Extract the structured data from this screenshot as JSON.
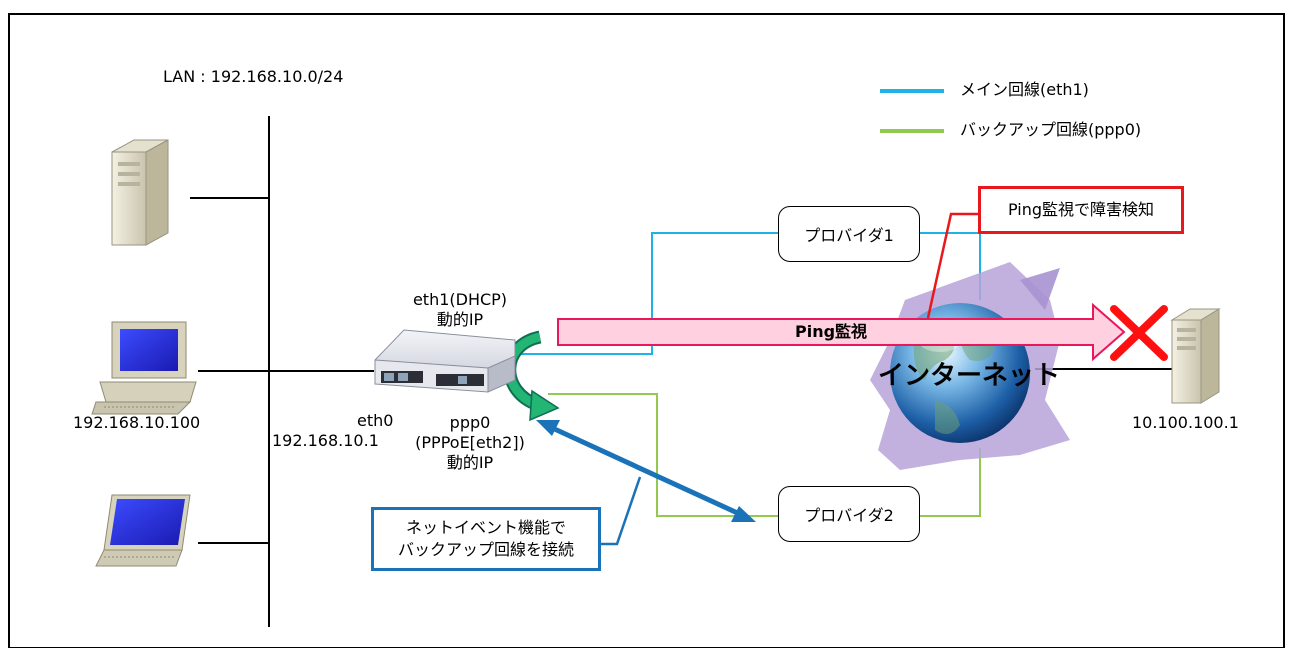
{
  "lan_label": "LAN : 192.168.10.0/24",
  "legend": {
    "main_line": {
      "label": "メイン回線(eth1)",
      "color": "#1fb2e6"
    },
    "backup_line": {
      "label": "バックアップ回線(ppp0)",
      "color": "#92c94e"
    }
  },
  "router": {
    "eth1_label": "eth1(DHCP)",
    "eth1_ip": "動的IP",
    "eth0_label": "eth0",
    "eth0_ip": "192.168.10.1",
    "ppp0_label": "ppp0",
    "ppp0_detail": "(PPPoE[eth2])",
    "ppp0_ip": "動的IP"
  },
  "hosts": {
    "pc_ip": "192.168.10.100",
    "target_ip": "10.100.100.1"
  },
  "providers": {
    "provider1": "プロバイダ1",
    "provider2": "プロバイダ2"
  },
  "internet_label": "インターネット",
  "ping_arrow_label": "Ping監視",
  "callouts": {
    "failure_detect": "Ping監視で障害検知",
    "net_event_line1": "ネットイベント機能で",
    "net_event_line2": "バックアップ回線を接続"
  },
  "colors": {
    "main_line": "#1fb2e6",
    "backup_line": "#92c94e",
    "ping_arrow_fill": "#ffd0df",
    "ping_arrow_stroke": "#e8185a",
    "failure_x": "#ff1010",
    "callout_red_border": "#e8181c",
    "callout_blue_border": "#1a73b8",
    "blue_arrow": "#1a73b8",
    "green_arrow": "#22b573"
  }
}
